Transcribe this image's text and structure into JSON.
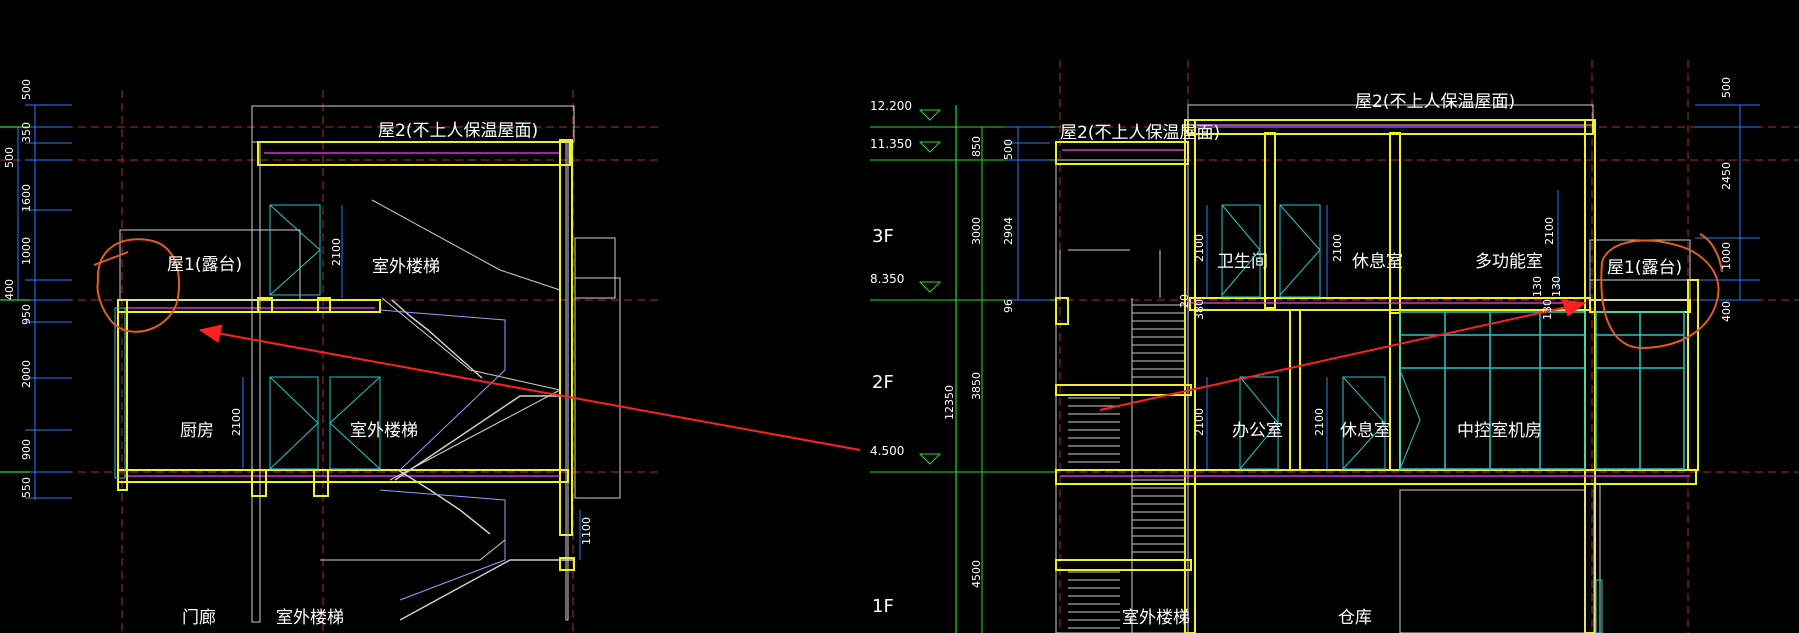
{
  "colors": {
    "background": "#000000",
    "wall": "#f0f020",
    "dim": "#2a7cff",
    "level": "#22dd22",
    "axis": "#b03020",
    "frame": "#cfcfcf",
    "door": "#20c8c8",
    "stair": "#9a9aff",
    "annotation": "#ff2020",
    "slab": "#ff3cff"
  },
  "left_section": {
    "dims": [
      "500",
      "350",
      "500",
      "1600",
      "1000",
      "400",
      "950",
      "2000",
      "900",
      "550"
    ],
    "room_labels": {
      "roof2": "屋2(不上人保温屋面)",
      "roof1": "屋1(露台)",
      "stair_upper": "室外楼梯",
      "stair_mid": "室外楼梯",
      "stair_lower": "室外楼梯",
      "kitchen": "厨房",
      "porch": "门廊"
    },
    "door_heights": [
      "2100",
      "2100"
    ],
    "rail_height": "1100"
  },
  "right_section": {
    "levels": [
      {
        "elev": "12.200"
      },
      {
        "elev": "11.350"
      },
      {
        "elev": "8.350"
      },
      {
        "elev": "4.500"
      }
    ],
    "floors": [
      "3F",
      "2F",
      "1F"
    ],
    "dims": [
      "850",
      "3000",
      "3850",
      "12350",
      "4500",
      "500",
      "2904",
      "96"
    ],
    "right_dims": [
      "500",
      "2450",
      "1000",
      "400"
    ],
    "room_labels": {
      "roof2_top": "屋2(不上人保温屋面)",
      "roof2_left": "屋2(不上人保温屋面)",
      "roof1": "屋1(露台)",
      "toilet": "卫生间",
      "rest_3f": "休息室",
      "multi": "多功能室",
      "office": "办公室",
      "rest_2f": "休息室",
      "control": "中控室机房",
      "stair": "室外楼梯",
      "warehouse": "仓库"
    },
    "door_heights": [
      "2100",
      "2100",
      "2100",
      "2100",
      "2100"
    ],
    "small_dims": [
      "20",
      "380",
      "130",
      "130",
      "130"
    ]
  }
}
